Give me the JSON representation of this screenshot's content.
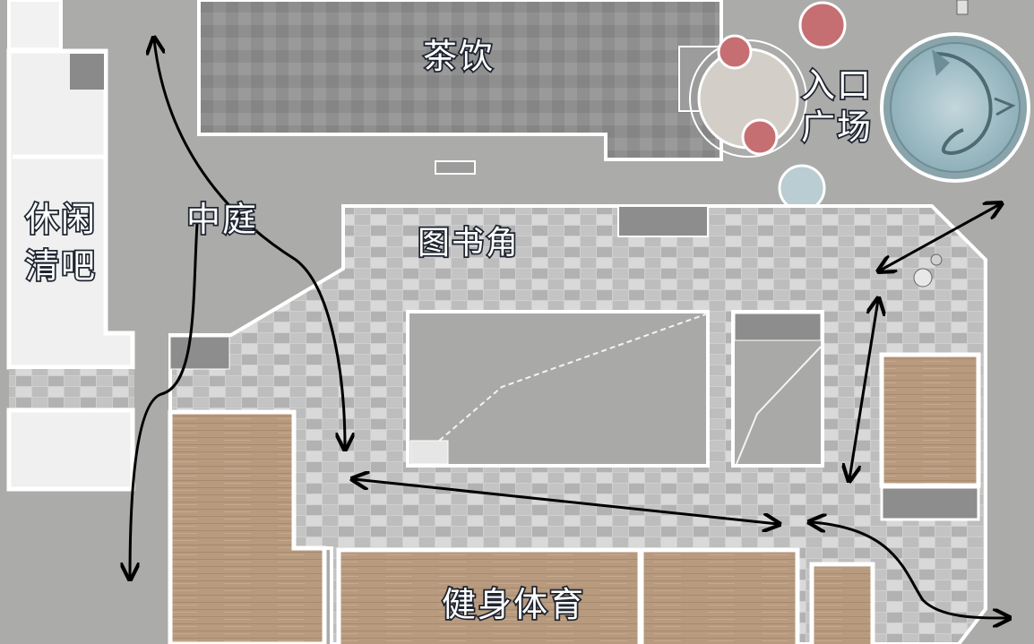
{
  "map": {
    "labels": {
      "tea": "茶饮",
      "entrance_line1": "入口",
      "entrance_line2": "广场",
      "courtyard": "中庭",
      "leisure_line1": "休闲",
      "leisure_line2": "清吧",
      "library": "图书角",
      "fitness": "健身体育"
    },
    "colors": {
      "background": "#ababa9",
      "wall": "#ffffff",
      "tile_floor": "#c9c9c9",
      "wood_floor": "#b89a7e",
      "dark_roof": "#8c8c8c",
      "pool_water": "#a9c4cb",
      "red_planter": "#c66f72",
      "arrow": "#000000"
    },
    "icons": [
      "fish-pool-icon",
      "red-planter-icon",
      "person-icon",
      "stair-icon",
      "bench-icon"
    ]
  }
}
